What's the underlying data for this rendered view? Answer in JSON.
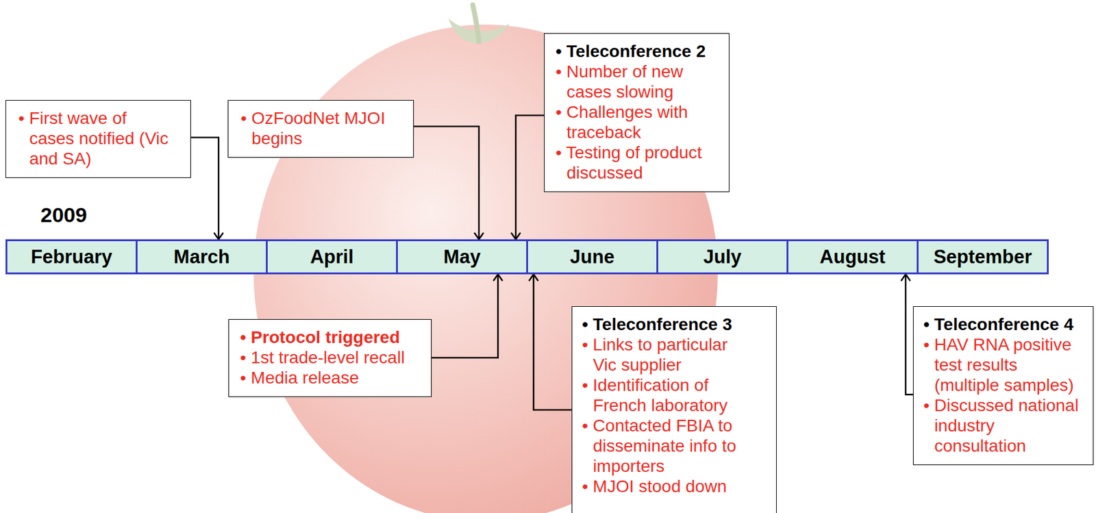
{
  "diagram": {
    "nodes": [
      {
        "text": [
          "• First wave of cases notified (Vic and SA)"
        ]
      },
      {
        "text": [
          "• OzFoodNet MJOI begins"
        ]
      },
      {
        "text": [
          "• Teleconference 2",
          "• Number of new cases slowing",
          "• Challenges with traceback",
          "• Testing of product discussed"
        ]
      },
      {
        "text": [
          "February"
        ]
      },
      {
        "text": [
          "March"
        ]
      },
      {
        "text": [
          "April"
        ]
      },
      {
        "text": [
          "May"
        ]
      },
      {
        "text": [
          "June"
        ]
      },
      {
        "text": [
          "July"
        ]
      },
      {
        "text": [
          "August"
        ]
      },
      {
        "text": [
          "September"
        ]
      },
      {
        "text": [
          "• Protocol triggered",
          "• 1st trade-level recall",
          "• Media release"
        ]
      },
      {
        "text": [
          "• Teleconference 3",
          "• Links to particular Vic supplier",
          "• Identification of French laboratory",
          "• Contacted FBIA to disseminate info to importers",
          "• MJOI stood down"
        ]
      },
      {
        "text": [
          "• Teleconference 4",
          "• HAV RNA positive test results (multiple samples)",
          "• Discussed national industry consultation"
        ]
      }
    ],
    "edges": [
      {
        "from": 0,
        "to": 4,
        "arrow": "to"
      },
      {
        "from": 1,
        "to": 6,
        "arrow": "to"
      },
      {
        "from": 2,
        "to": 6,
        "arrow": "to"
      },
      {
        "from": 11,
        "to": 6,
        "arrow": "to"
      },
      {
        "from": 12,
        "to": 7,
        "arrow": "to"
      },
      {
        "from": 13,
        "to": 9,
        "arrow": "to"
      }
    ],
    "labels": [
      "2009"
    ]
  }
}
